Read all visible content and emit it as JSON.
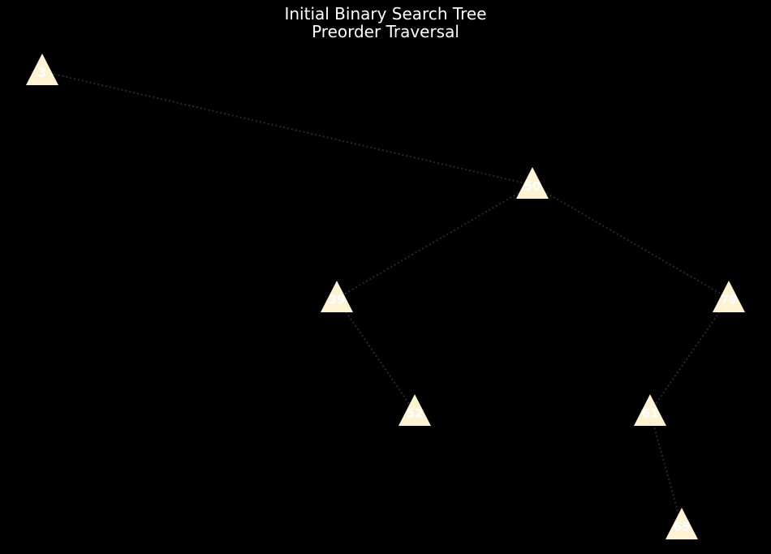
{
  "title": {
    "line1": "Initial Binary Search Tree",
    "line2": "Preorder Traversal"
  },
  "colors": {
    "background": "#000000",
    "node_fill": "#fff3d4",
    "edge": "#2a2a2a",
    "text": "#ffffff"
  },
  "node_shape": "triangle",
  "edge_style": "dotted",
  "tree": {
    "nodes": [
      {
        "id": "n3",
        "label": "3"
      },
      {
        "id": "n50",
        "label": "50"
      },
      {
        "id": "n39",
        "label": "39"
      },
      {
        "id": "n79",
        "label": "79"
      },
      {
        "id": "n52",
        "label": "52"
      },
      {
        "id": "n61",
        "label": "61"
      },
      {
        "id": "n65",
        "label": "65"
      }
    ],
    "edges": [
      {
        "from": "n3",
        "to": "n50"
      },
      {
        "from": "n50",
        "to": "n39"
      },
      {
        "from": "n50",
        "to": "n79"
      },
      {
        "from": "n39",
        "to": "n52"
      },
      {
        "from": "n79",
        "to": "n61"
      },
      {
        "from": "n61",
        "to": "n65"
      }
    ]
  }
}
